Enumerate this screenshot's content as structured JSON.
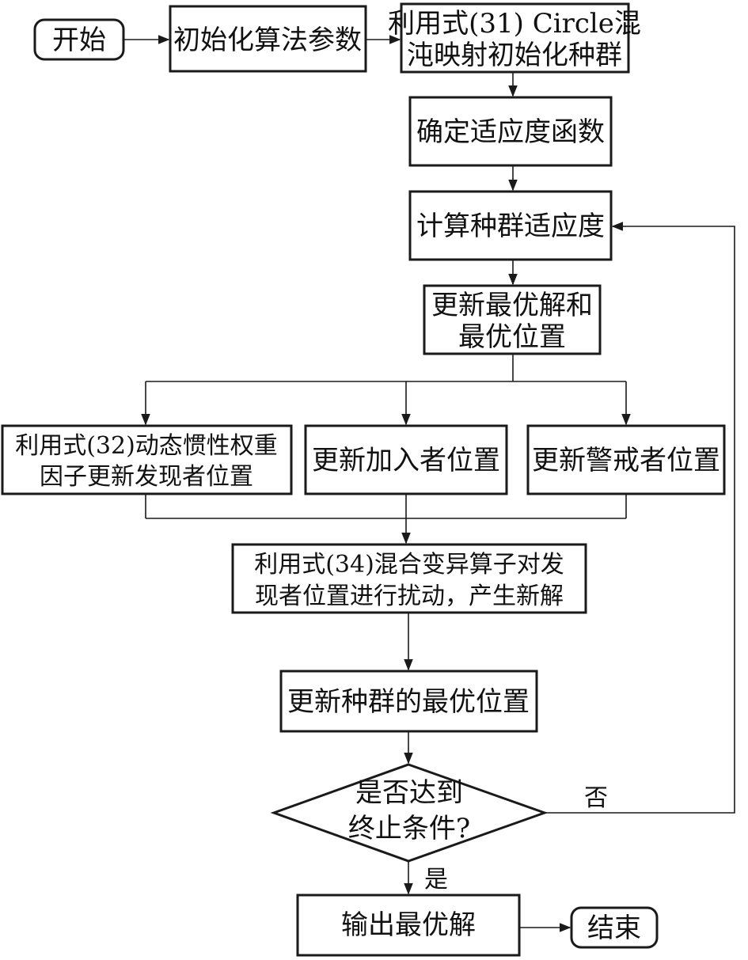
{
  "nodes": {
    "start": "开始",
    "init_params": "初始化算法参数",
    "circle_init": [
      "利用式(31) Circle混",
      "沌映射初始化种群"
    ],
    "fitness_fn": "确定适应度函数",
    "calc_fitness": "计算种群适应度",
    "update_best": [
      "更新最优解和",
      "最优位置"
    ],
    "update_discoverer": [
      "利用式(32)动态惯性权重",
      "因子更新发现者位置"
    ],
    "update_joiner": "更新加入者位置",
    "update_alert": "更新警戒者位置",
    "mutation": [
      "利用式(34)混合变异算子对发",
      "现者位置进行扰动，产生新解"
    ],
    "update_pop_best": "更新种群的最优位置",
    "decision": [
      "是否达到",
      "终止条件?"
    ],
    "output_best": "输出最优解",
    "end": "结束"
  },
  "edges": {
    "no_label": "否",
    "yes_label": "是"
  }
}
